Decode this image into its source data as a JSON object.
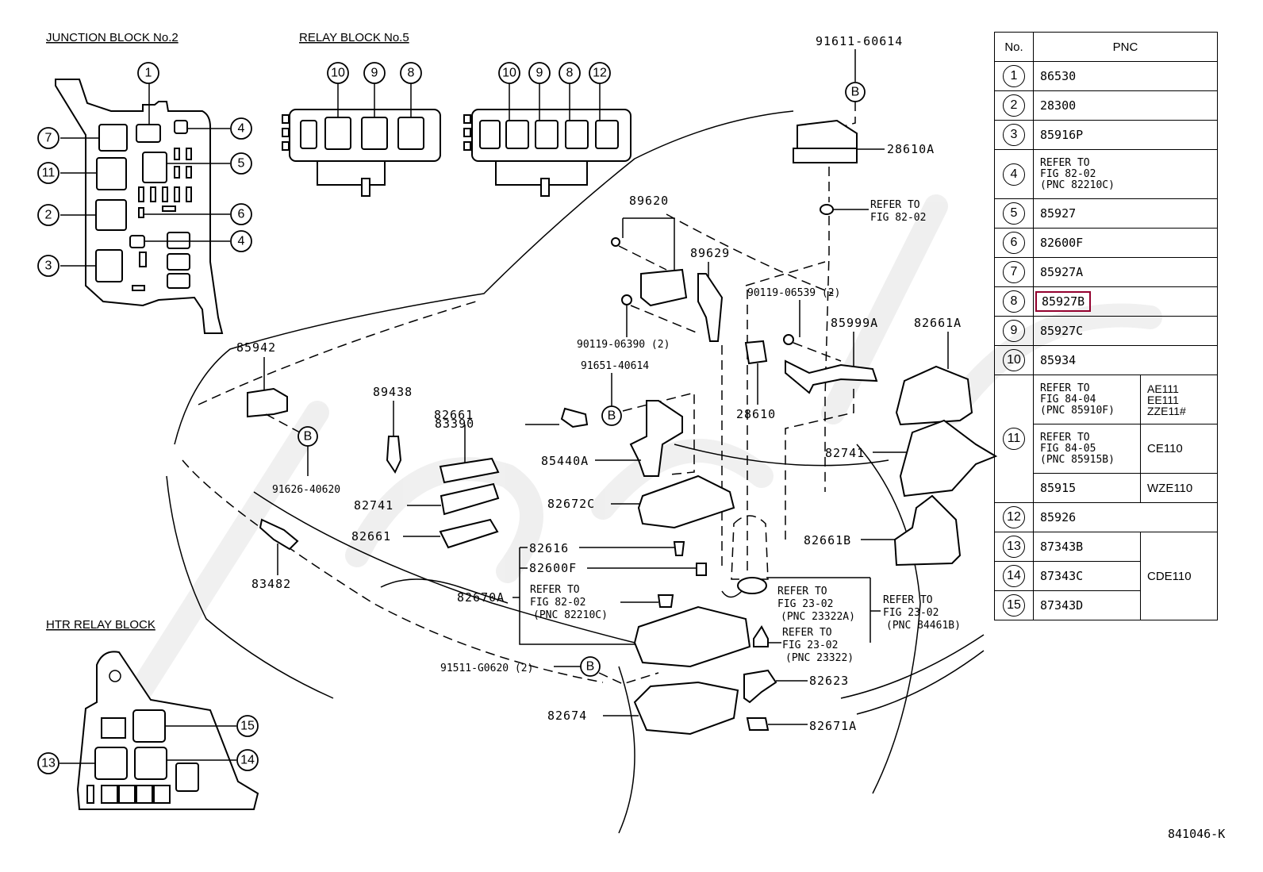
{
  "titles": {
    "junction_block": "JUNCTION BLOCK No.2",
    "relay_block": "RELAY BLOCK No.5",
    "htr_relay_block": "HTR RELAY BLOCK"
  },
  "junction_block_callouts": [
    "1",
    "7",
    "4",
    "11",
    "5",
    "2",
    "6",
    "4",
    "3"
  ],
  "relay_block_left_callouts": [
    "10",
    "9",
    "8"
  ],
  "relay_block_right_callouts": [
    "10",
    "9",
    "8",
    "12"
  ],
  "htr_callouts": [
    "15",
    "13",
    "14"
  ],
  "part_labels": {
    "p91611": "91611-60614",
    "p28610A": "28610A",
    "refer_82_02_a1": "REFER TO",
    "refer_82_02_a2": "FIG 82-02",
    "p89620": "89620",
    "p89629": "89629",
    "p90119_06539": "90119-06539 (2)",
    "p90119_06390": "90119-06390 (2)",
    "p85999A": "85999A",
    "p82661A": "82661A",
    "p85942": "85942",
    "p91651": "91651-40614",
    "p89438": "89438",
    "p83390": "83390",
    "p28610": "28610",
    "p82661_top": "82661",
    "p85440A": "85440A",
    "p82741_right": "82741",
    "p91626": "91626-40620",
    "p82741_left": "82741",
    "p82672C": "82672C",
    "p82661_bottom": "82661",
    "p82661B": "82661B",
    "p83482": "83482",
    "p82616": "82616",
    "p82600F": "82600F",
    "p82670A": "82670A",
    "refer_82210c_1": "REFER TO",
    "refer_82210c_2": "FIG 82-02",
    "refer_82210c_3": "(PNC 82210C)",
    "refer_23322A_1": "REFER TO",
    "refer_23322A_2": "FIG 23-02",
    "refer_23322A_3": "(PNC 23322A)",
    "refer_84461B_1": "REFER TO",
    "refer_84461B_2": "FIG 23-02",
    "refer_84461B_3": "(PNC 84461B)",
    "refer_23322_1": "REFER TO",
    "refer_23322_2": "FIG 23-02",
    "refer_23322_3": "(PNC 23322)",
    "p91511": "91511-G0620 (2)",
    "p82623": "82623",
    "p82674": "82674",
    "p82671A": "82671A",
    "b_marker": "B"
  },
  "table": {
    "headers": {
      "no": "No.",
      "pnc": "PNC"
    },
    "rows": [
      {
        "no": "1",
        "pnc": "86530"
      },
      {
        "no": "2",
        "pnc": "28300"
      },
      {
        "no": "3",
        "pnc": "85916P"
      },
      {
        "no": "4",
        "pnc_lines": [
          "REFER TO",
          "FIG 82-02",
          "(PNC 82210C)"
        ]
      },
      {
        "no": "5",
        "pnc": "85927"
      },
      {
        "no": "6",
        "pnc": "82600F"
      },
      {
        "no": "7",
        "pnc": "85927A"
      },
      {
        "no": "8",
        "pnc": "85927B",
        "highlighted": true
      },
      {
        "no": "9",
        "pnc": "85927C"
      },
      {
        "no": "10",
        "pnc": "85934"
      },
      {
        "no": "11",
        "variants": [
          {
            "pnc_lines": [
              "REFER TO",
              "FIG 84-04",
              "(PNC 85910F)"
            ],
            "models": [
              "AE111",
              "EE111",
              "ZZE11#"
            ]
          },
          {
            "pnc_lines": [
              "REFER TO",
              "FIG 84-05",
              "(PNC 85915B)"
            ],
            "models": [
              "CE110"
            ]
          },
          {
            "pnc": "85915",
            "models": [
              "WZE110"
            ]
          }
        ]
      },
      {
        "no": "12",
        "pnc": "85926"
      },
      {
        "no": "13",
        "pnc": "87343B"
      },
      {
        "no": "14",
        "pnc": "87343C"
      },
      {
        "no": "15",
        "pnc": "87343D"
      }
    ],
    "group_model_13_15": "CDE110",
    "highlight_color": "#93002e"
  },
  "figure_code": "841046-K"
}
